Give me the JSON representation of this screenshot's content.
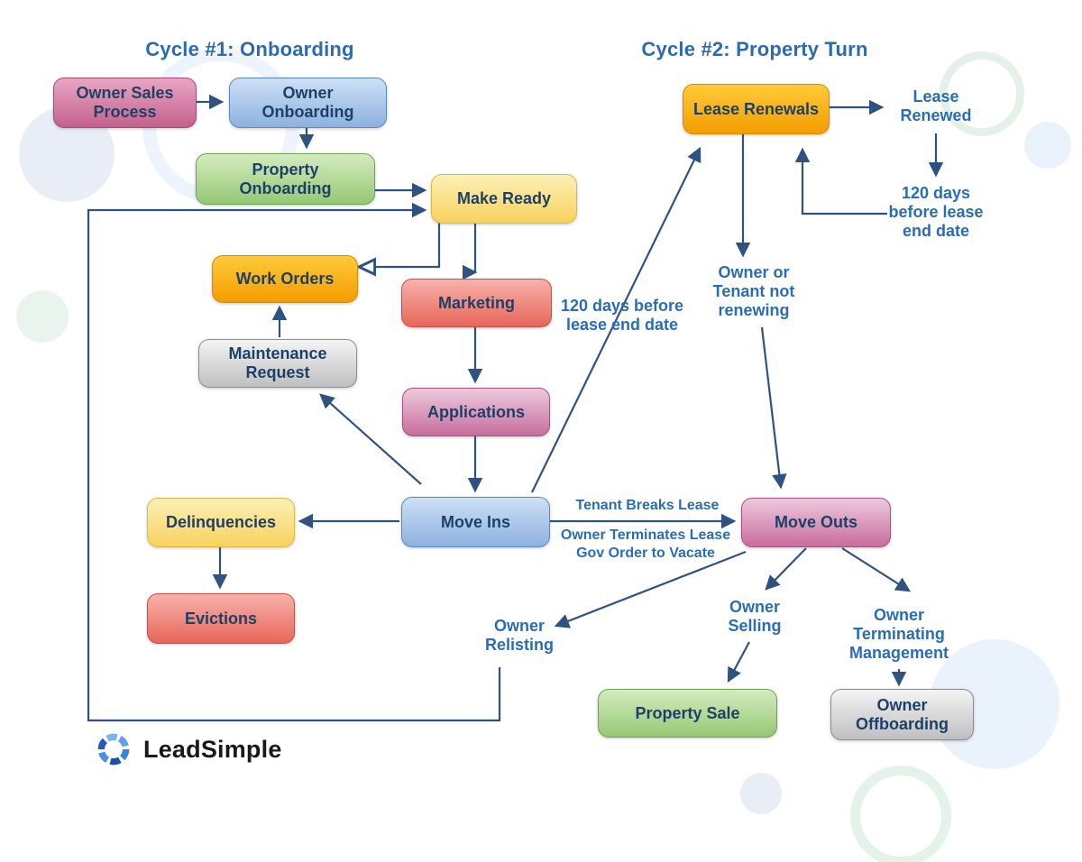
{
  "titles": {
    "cycle1": "Cycle #1: Onboarding",
    "cycle2": "Cycle #2: Property Turn"
  },
  "nodes": {
    "owner_sales_process": {
      "label": "Owner Sales\nProcess",
      "color": "pink"
    },
    "owner_onboarding": {
      "label": "Owner\nOnboarding",
      "color": "blue"
    },
    "property_onboarding": {
      "label": "Property\nOnboarding",
      "color": "green"
    },
    "make_ready": {
      "label": "Make Ready",
      "color": "yellow"
    },
    "work_orders": {
      "label": "Work Orders",
      "color": "orange"
    },
    "marketing": {
      "label": "Marketing",
      "color": "red"
    },
    "maintenance_request": {
      "label": "Maintenance\nRequest",
      "color": "gray"
    },
    "applications": {
      "label": "Applications",
      "color": "rose"
    },
    "delinquencies": {
      "label": "Delinquencies",
      "color": "yellow"
    },
    "move_ins": {
      "label": "Move Ins",
      "color": "blue"
    },
    "evictions": {
      "label": "Evictions",
      "color": "red"
    },
    "lease_renewals": {
      "label": "Lease Renewals",
      "color": "orange"
    },
    "move_outs": {
      "label": "Move Outs",
      "color": "rose"
    },
    "property_sale": {
      "label": "Property Sale",
      "color": "green"
    },
    "owner_offboarding": {
      "label": "Owner\nOffboarding",
      "color": "gray"
    }
  },
  "annotations": {
    "lease_renewed": "Lease\nRenewed",
    "days_before_lease_right": "120 days\nbefore lease\nend date",
    "owner_tenant_not_renewing": "Owner or\nTenant not\nrenewing",
    "days_before_lease_left": "120 days before\nlease end date",
    "tenant_breaks_lease": "Tenant Breaks Lease",
    "owner_terminates_gov": "Owner Terminates Lease\nGov Order to Vacate",
    "owner_relisting": "Owner\nRelisting",
    "owner_selling": "Owner\nSelling",
    "owner_terminating_management": "Owner\nTerminating\nManagement"
  },
  "logo": {
    "brand": "LeadSimple"
  },
  "colors": {
    "title_text": "#2c6bae",
    "annotation_text": "#2a6db5",
    "node_text": "#1d4066",
    "arrow": "#2f5380",
    "node_pink": "#c4618e",
    "node_blue": "#8db1df",
    "node_green": "#94c875",
    "node_yellow": "#f7d25e",
    "node_orange": "#f39d00",
    "node_red": "#e7665a",
    "node_gray": "#bfbfc1",
    "node_rose": "#c76d9d",
    "logo_blue": "#3c82dd"
  }
}
